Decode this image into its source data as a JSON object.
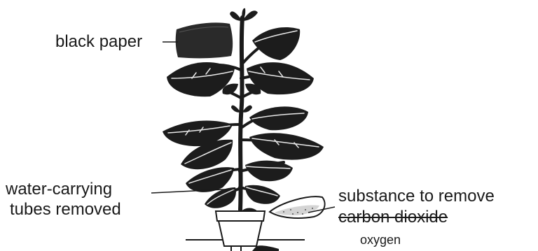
{
  "labels": {
    "black_paper": "black paper",
    "water_tubes_line1": "water-carrying",
    "water_tubes_line2": "tubes removed",
    "substance_line1": "substance to remove",
    "substance_line2": "carbon dioxide",
    "substance_replacement": "oxygen"
  },
  "colors": {
    "ink": "#1a1a1a",
    "leaf": "#1c1c1c",
    "vein": "#e8e8e8",
    "paper": "#2a2a2a",
    "background": "#ffffff"
  },
  "icons": {
    "plant": "potted-plant-illustration",
    "pot": "flower-pot",
    "dish": "shallow-dish"
  }
}
